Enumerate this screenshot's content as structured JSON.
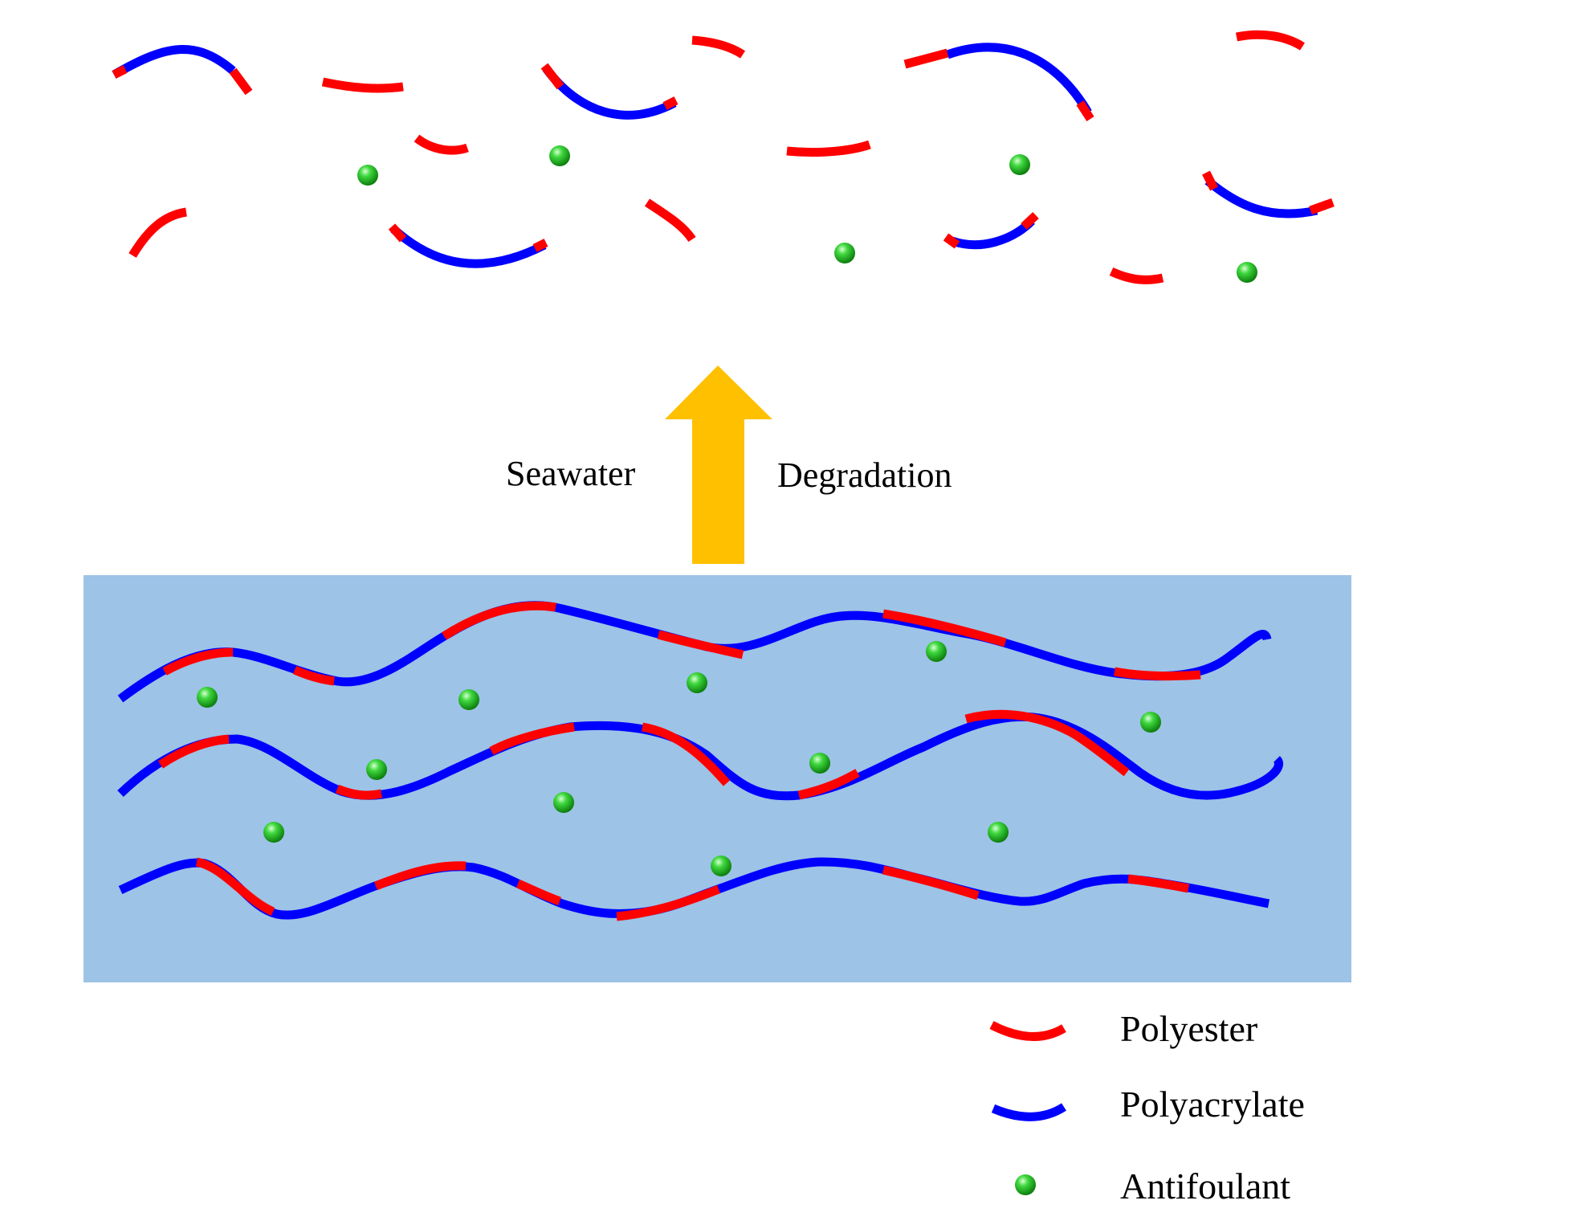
{
  "diagram": {
    "process": {
      "left_label": "Seawater",
      "right_label": "Degradation",
      "arrow_color": "#FFC000"
    },
    "legend": [
      {
        "key": "polyester",
        "label": "Polyester",
        "color": "#FF0000",
        "symbol": "red-segment"
      },
      {
        "key": "polyacrylate",
        "label": "Polyacrylate",
        "color": "#0000FF",
        "symbol": "blue-segment"
      },
      {
        "key": "antifoulant",
        "label": "Antifoulant",
        "color": "#22C022",
        "symbol": "green-sphere"
      }
    ],
    "coating_color": "#9DC3E6",
    "colors": {
      "polyester": "#FF0000",
      "polyacrylate": "#0000FF",
      "antifoulant": "#22C022"
    }
  }
}
